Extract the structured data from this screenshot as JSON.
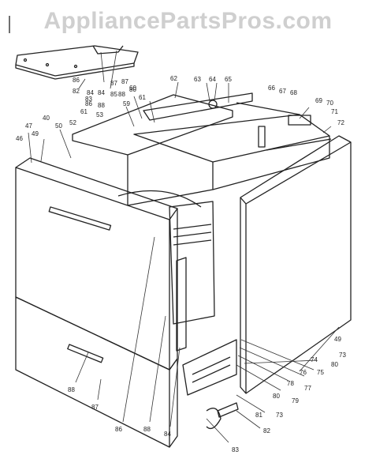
{
  "watermark": "AppliancePartsPros.com",
  "diagram": {
    "labels": [
      {
        "text": "82"
      },
      {
        "text": "83"
      },
      {
        "text": "84"
      },
      {
        "text": "85"
      },
      {
        "text": "86"
      },
      {
        "text": "87"
      },
      {
        "text": "88"
      },
      {
        "text": "80"
      },
      {
        "text": "86"
      },
      {
        "text": "88"
      },
      {
        "text": "84"
      },
      {
        "text": "87"
      },
      {
        "text": "60"
      },
      {
        "text": "61"
      },
      {
        "text": "59"
      },
      {
        "text": "61"
      },
      {
        "text": "50"
      },
      {
        "text": "52"
      },
      {
        "text": "53"
      },
      {
        "text": "40"
      },
      {
        "text": "47"
      },
      {
        "text": "46"
      },
      {
        "text": "49"
      },
      {
        "text": "62"
      },
      {
        "text": "63"
      },
      {
        "text": "64"
      },
      {
        "text": "65"
      },
      {
        "text": "66"
      },
      {
        "text": "67"
      },
      {
        "text": "68"
      },
      {
        "text": "69"
      },
      {
        "text": "70"
      },
      {
        "text": "71"
      },
      {
        "text": "72"
      },
      {
        "text": "49"
      },
      {
        "text": "73"
      },
      {
        "text": "74"
      },
      {
        "text": "80"
      },
      {
        "text": "75"
      },
      {
        "text": "76"
      },
      {
        "text": "77"
      },
      {
        "text": "78"
      },
      {
        "text": "79"
      },
      {
        "text": "80"
      },
      {
        "text": "81"
      },
      {
        "text": "73"
      },
      {
        "text": "82"
      },
      {
        "text": "83"
      },
      {
        "text": "88"
      },
      {
        "text": "87"
      },
      {
        "text": "86"
      },
      {
        "text": "88"
      },
      {
        "text": "84"
      }
    ]
  }
}
